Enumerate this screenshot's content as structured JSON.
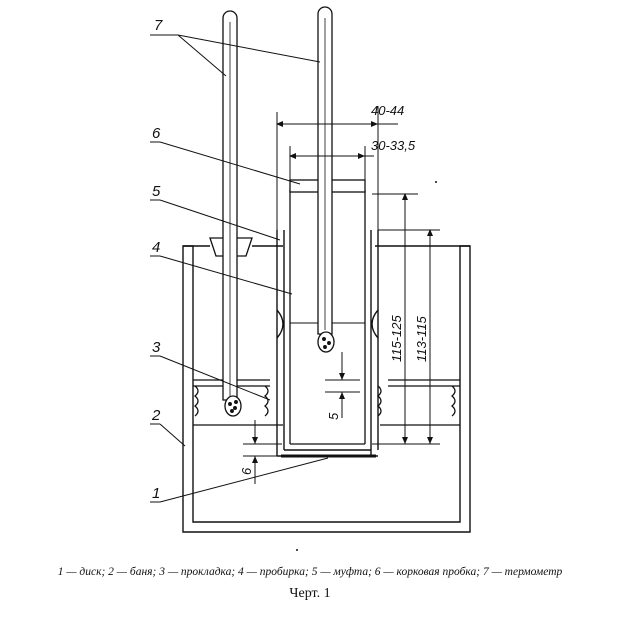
{
  "labels": {
    "disk": "1",
    "bath": "2",
    "gasket": "3",
    "test_tube": "4",
    "sleeve": "5",
    "cork": "6",
    "thermometer": "7"
  },
  "dimensions": {
    "outer_width": "40-44",
    "inner_width": "30-33,5",
    "tube_height": "115-125",
    "sleeve_height": "113-115",
    "gap_small": "5",
    "gap_bottom": "6"
  },
  "legend": "1 — диск; 2 — баня; 3 — прокладка; 4 — пробирка; 5 — муфта; 6 — корковая пробка; 7 — термометр",
  "caption": "Черт. 1"
}
